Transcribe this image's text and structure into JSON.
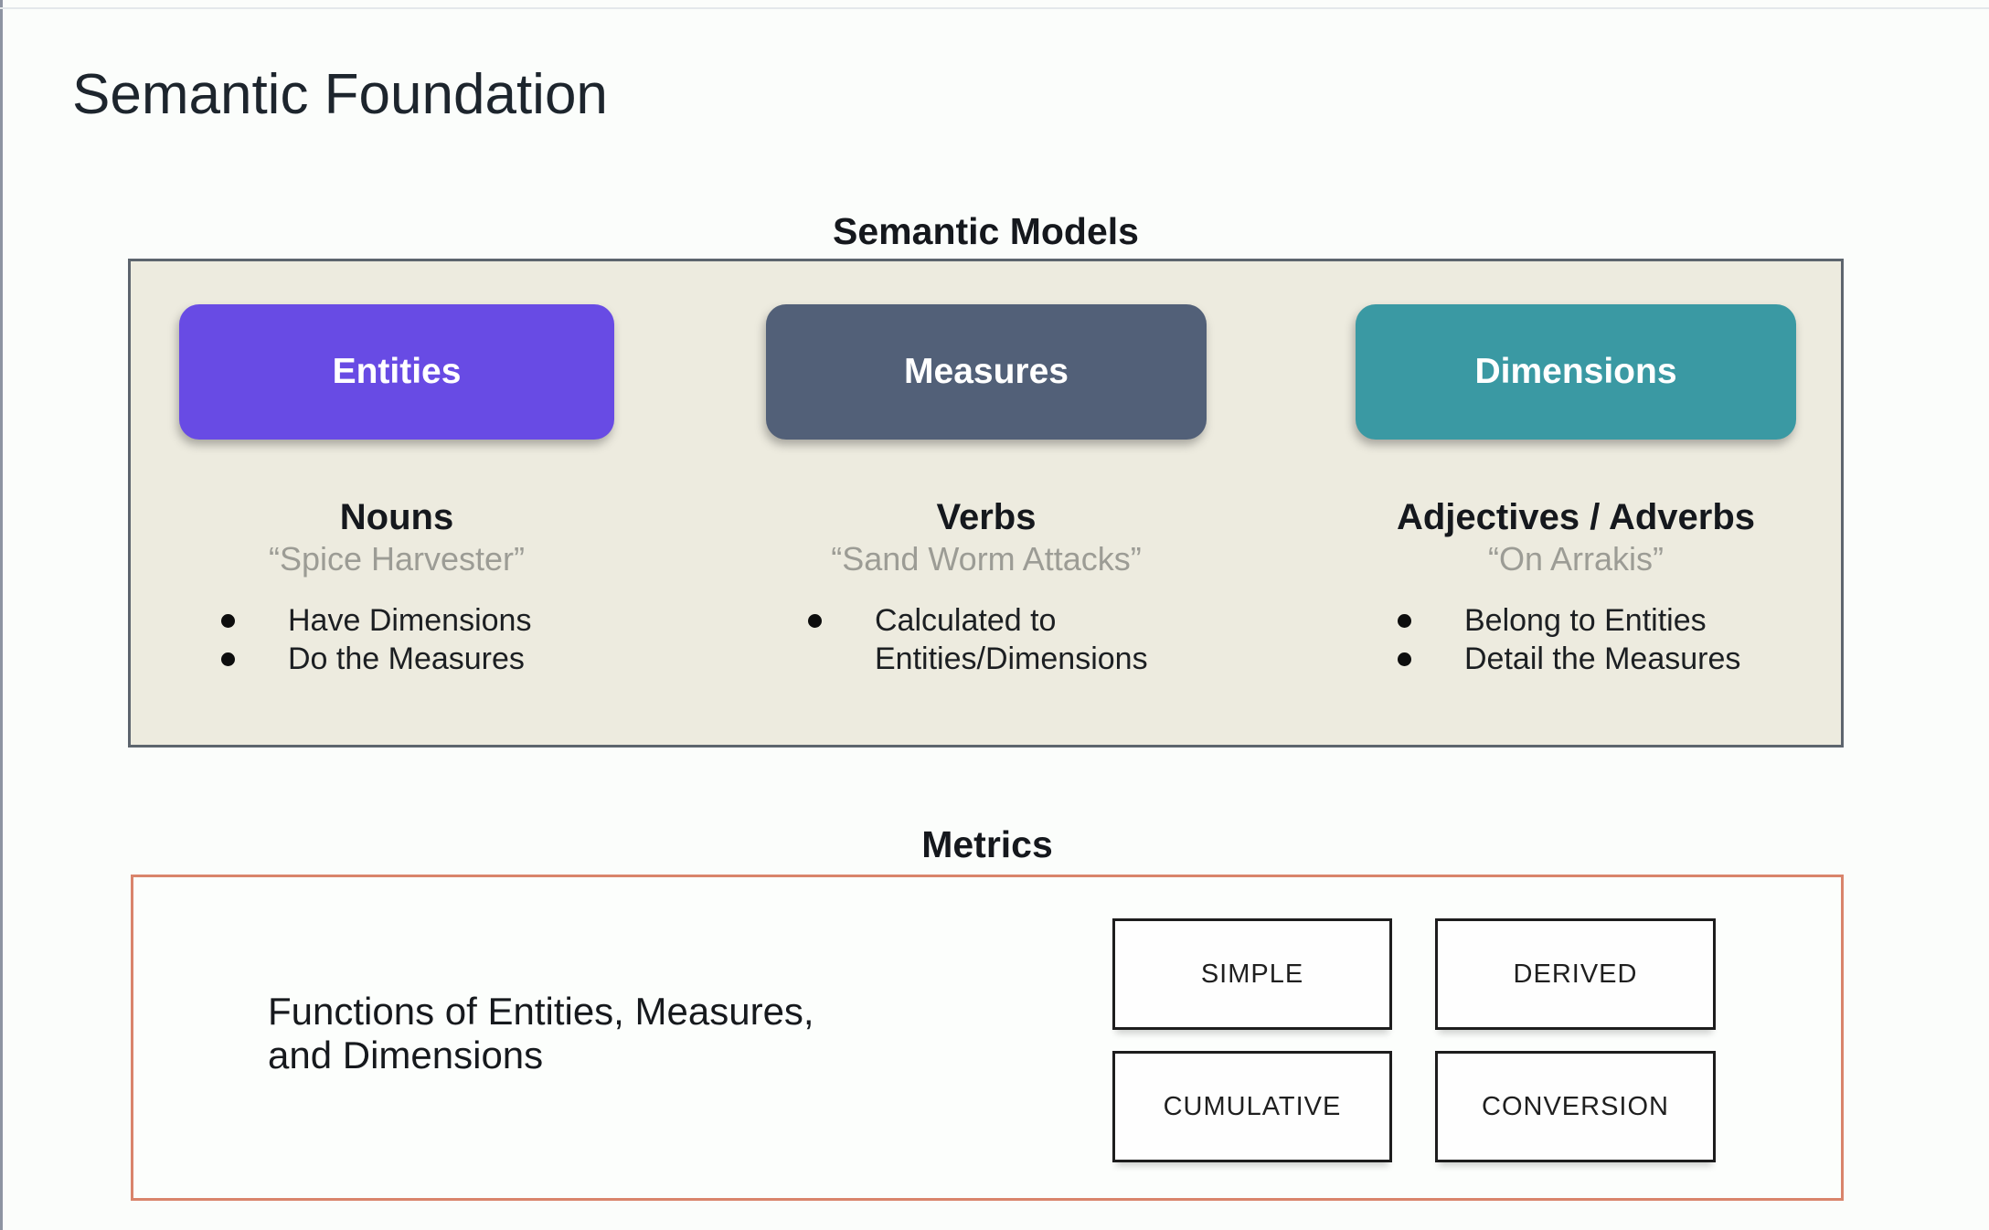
{
  "page": {
    "title": "Semantic Foundation"
  },
  "semantic_models": {
    "heading": "Semantic Models",
    "columns": [
      {
        "button": "Entities",
        "heading": "Nouns",
        "quote": "“Spice Harvester”",
        "bullets": [
          "Have Dimensions",
          "Do the Measures"
        ]
      },
      {
        "button": "Measures",
        "heading": "Verbs",
        "quote": "“Sand Worm Attacks”",
        "bullets": [
          "Calculated to Entities/Dimensions"
        ]
      },
      {
        "button": "Dimensions",
        "heading": "Adjectives / Adverbs",
        "quote": "“On Arrakis”",
        "bullets": [
          "Belong to Entities",
          "Detail the Measures"
        ]
      }
    ]
  },
  "metrics": {
    "heading": "Metrics",
    "description": "Functions of Entities, Measures,\nand Dimensions",
    "types": [
      "SIMPLE",
      "DERIVED",
      "CUMULATIVE",
      "CONVERSION"
    ]
  },
  "colors": {
    "entities": "#684be4",
    "measures": "#526078",
    "dimensions": "#3a99a3",
    "panel_bg": "#edebdf",
    "panel_border": "#5d656e",
    "metrics_border": "#d9846b",
    "title_text": "#1d252d"
  }
}
